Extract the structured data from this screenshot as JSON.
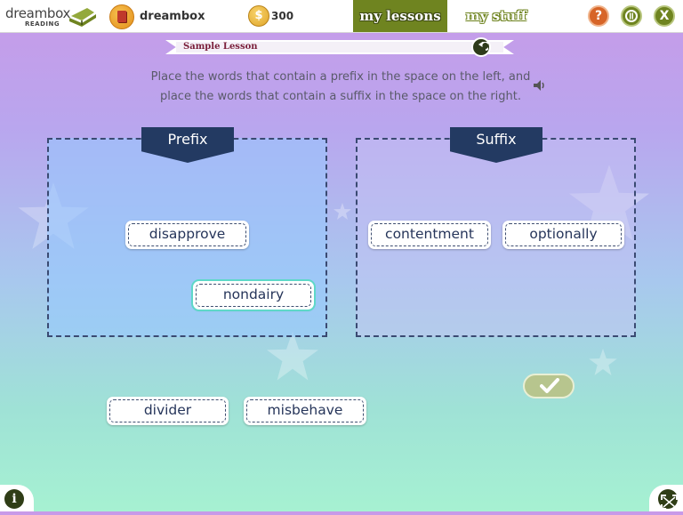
{
  "header": {
    "logo_text": "dreambox",
    "logo_sub": "READING",
    "user_name": "dreambox",
    "coins": "300",
    "coin_symbol": "$",
    "nav": {
      "lessons": "my lessons",
      "stuff": "my stuff"
    },
    "buttons": {
      "help": "?",
      "close": "X"
    }
  },
  "lesson": {
    "title": "Sample Lesson",
    "instruction_line1": "Place the words that contain a prefix in the space on the left, and",
    "instruction_line2": "place the words that contain a suffix in the space on the right."
  },
  "zones": {
    "prefix": {
      "label": "Prefix"
    },
    "suffix": {
      "label": "Suffix"
    }
  },
  "words": {
    "disapprove": "disapprove",
    "nondairy": "nondairy",
    "contentment": "contentment",
    "optionally": "optionally",
    "divider": "divider",
    "misbehave": "misbehave"
  },
  "footer": {
    "info": "i"
  },
  "colors": {
    "accent_green": "#6f8420",
    "zone_tag": "#233a62",
    "help_orange": "#d76528"
  }
}
